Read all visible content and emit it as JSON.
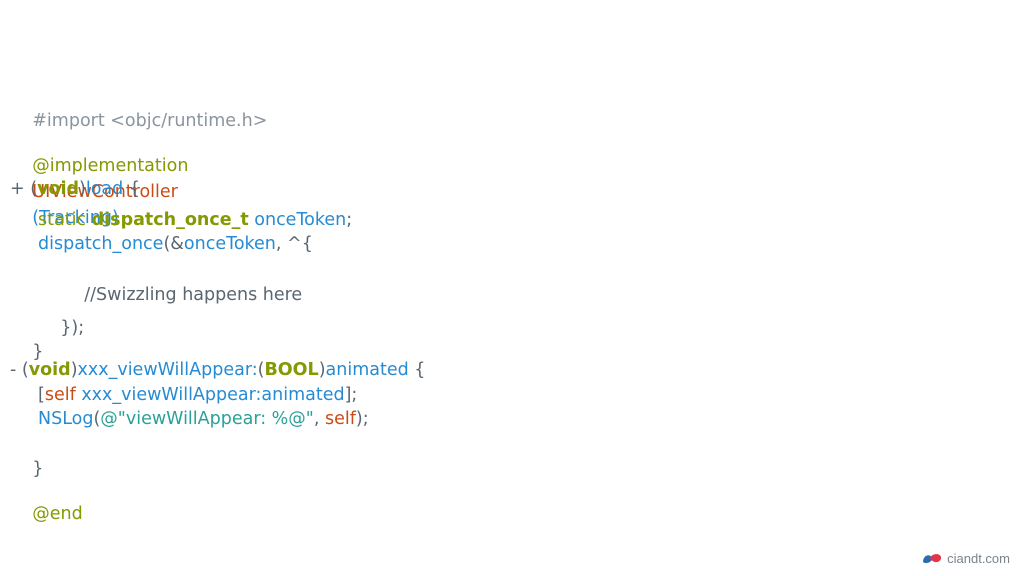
{
  "code": {
    "import_line": "#import <objc/runtime.h>",
    "impl_kw": "@implementation",
    "impl_class": "UIViewController",
    "impl_category": "(Tracking)",
    "load_plus": "+ (",
    "load_void": "void",
    "load_close": ")",
    "load_name": "load",
    "load_brace": " {",
    "static_kw": "static ",
    "once_type": "dispatch_once_t",
    "once_token": " onceToken",
    "once_semicolon": ";",
    "dispatch_fn": "dispatch_once",
    "dispatch_open": "(&",
    "dispatch_token": "onceToken",
    "dispatch_rest": ", ^{",
    "comment": "//Swizzling happens here",
    "block_close": "});",
    "method_close_1": "}",
    "m2_minus": "- (",
    "m2_void": "void",
    "m2_close": ")",
    "m2_name": "xxx_viewWillAppear:",
    "m2_paren_open": "(",
    "m2_bool": "BOOL",
    "m2_paren_close": ")",
    "m2_param": "animated",
    "m2_brace": " {",
    "call_open": "[",
    "call_self": "self",
    "call_sel": " xxx_viewWillAppear:",
    "call_arg": "animated",
    "call_close": "];",
    "nslog_fn": "NSLog",
    "nslog_open": "(",
    "nslog_str": "@\"viewWillAppear: %@\"",
    "nslog_comma": ", ",
    "nslog_self": "self",
    "nslog_close": ");",
    "method_close_2": "}",
    "end_kw": "@end"
  },
  "footer": {
    "brand": "ciandt.com"
  },
  "colors": {
    "keyword": "#859900",
    "class": "#cb4b16",
    "identifier": "#268bd2",
    "string": "#2aa198",
    "comment": "#8a959d",
    "text": "#4b5863"
  }
}
